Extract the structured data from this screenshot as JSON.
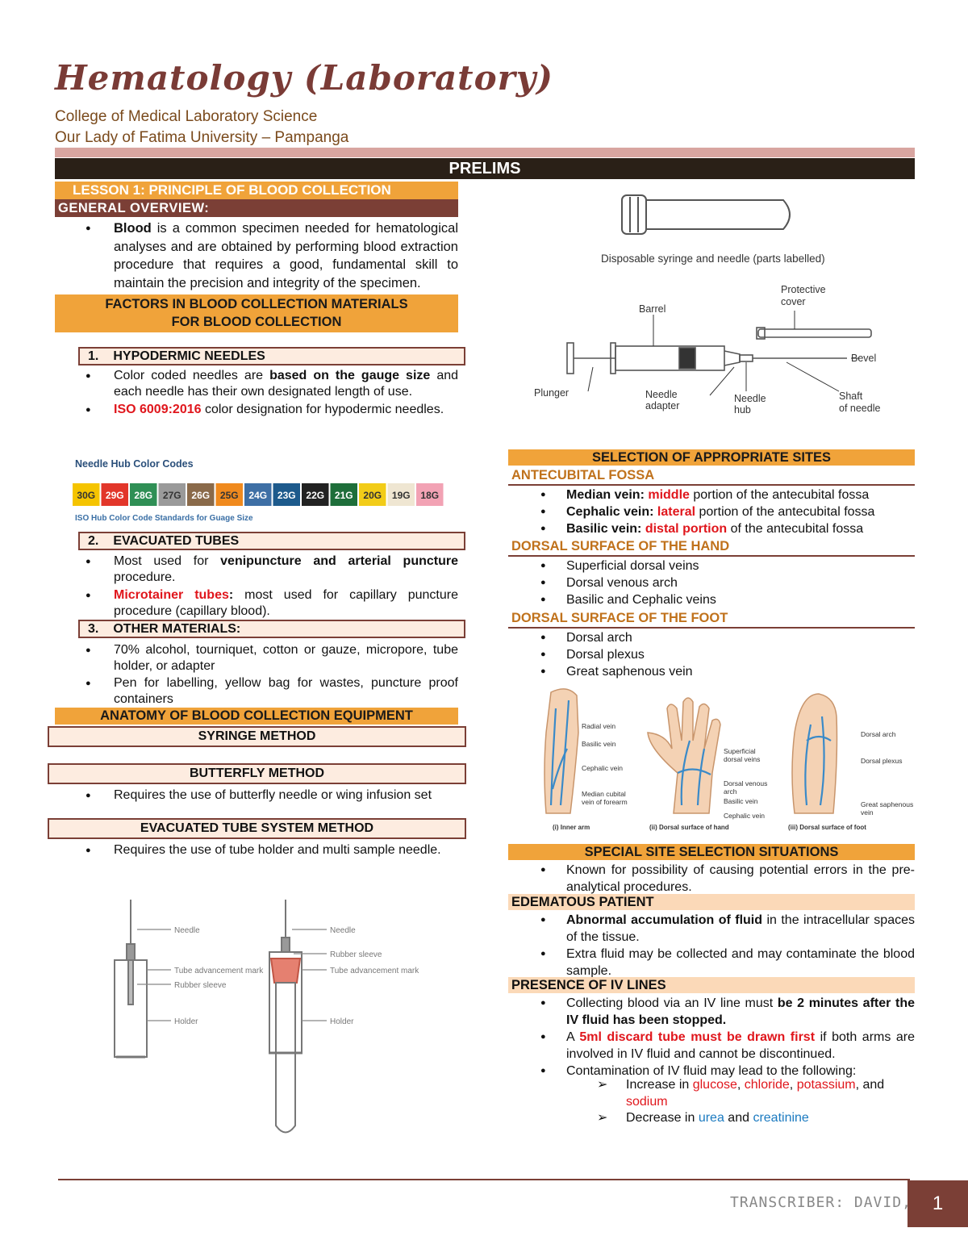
{
  "header": {
    "title": "Hematology (Laboratory)",
    "college": "College of Medical Laboratory Science",
    "university": "Our Lady of Fatima University – Pampanga",
    "band": "PRELIMS"
  },
  "left": {
    "lesson": "LESSON 1: PRINCIPLE OF BLOOD COLLECTION",
    "general_overview": "GENERAL OVERVIEW:",
    "overview_bold": "Blood",
    "overview_text": " is a common specimen needed for hematological analyses and are obtained by performing blood extraction procedure that requires a good, fundamental skill to maintain the precision and integrity of the specimen.",
    "factors_line1": "FACTORS IN BLOOD COLLECTION MATERIALS",
    "factors_line2": "FOR BLOOD COLLECTION",
    "h1_num": "1.",
    "h1_label": "HYPODERMIC NEEDLES",
    "h1_b1_pre": "Color coded needles are ",
    "h1_b1_bold": "based on the gauge size",
    "h1_b1_post": " and each needle has their own designated length of use.",
    "h1_b2_red": "ISO 6009:2016",
    "h1_b2_post": " color designation for hypodermic needles.",
    "needle_chart_title": "Needle Hub Color Codes",
    "needle_chart_caption": "ISO Hub Color Code Standards for Guage Size",
    "gauges": [
      {
        "label": "30G",
        "color": "#f5c400"
      },
      {
        "label": "29G",
        "color": "#e2362a"
      },
      {
        "label": "28G",
        "color": "#2f8f55"
      },
      {
        "label": "27G",
        "color": "#9a9a9a"
      },
      {
        "label": "26G",
        "color": "#8a6a4a"
      },
      {
        "label": "25G",
        "color": "#f08a1e"
      },
      {
        "label": "24G",
        "color": "#3e6fa5"
      },
      {
        "label": "23G",
        "color": "#1d5a8c"
      },
      {
        "label": "22G",
        "color": "#222222"
      },
      {
        "label": "21G",
        "color": "#1e6e3a"
      },
      {
        "label": "20G",
        "color": "#f2cc18"
      },
      {
        "label": "19G",
        "color": "#efe6d2"
      },
      {
        "label": "18G",
        "color": "#f2a2b4"
      }
    ],
    "h2_num": "2.",
    "h2_label": "EVACUATED TUBES",
    "h2_b1_pre": "Most used for ",
    "h2_b1_bold": "venipuncture and arterial puncture",
    "h2_b1_post": " procedure.",
    "h2_b2_red": "Microtainer tubes",
    "h2_b2_colon": ":",
    "h2_b2_post": " most used for capillary puncture procedure (capillary blood).",
    "h3_num": "3.",
    "h3_label": "OTHER MATERIALS:",
    "h3_b1": " 70% alcohol, tourniquet, cotton or gauze, micropore, tube holder, or adapter",
    "h3_b2": "Pen for labelling, yellow bag for wastes, puncture proof containers",
    "anatomy": "ANATOMY OF BLOOD COLLECTION EQUIPMENT",
    "syringe_method": "SYRINGE METHOD",
    "butterfly_method": "BUTTERFLY METHOD",
    "butterfly_b1": "Requires the use of butterfly needle or wing infusion set",
    "evac_method": "EVACUATED TUBE SYSTEM METHOD",
    "evac_b1": "Requires the use of tube holder and multi sample needle.",
    "tube_labels_a": [
      "Needle",
      "Tube advancement mark",
      "Rubber sleeve",
      "Holder"
    ],
    "tube_labels_b": [
      "Needle",
      "Rubber sleeve",
      "Tube advancement mark",
      "Holder"
    ]
  },
  "right": {
    "syringe_caption": "Disposable syringe and needle (parts labelled)",
    "syringe_labels": {
      "protective": "Protective",
      "cover": "cover",
      "barrel": "Barrel",
      "bevel": "Bevel",
      "plunger": "Plunger",
      "needle_adapter_1": "Needle",
      "needle_adapter_2": "adapter",
      "needle_hub_1": "Needle",
      "needle_hub_2": "hub",
      "shaft_1": "Shaft",
      "shaft_2": "of needle"
    },
    "selection": "SELECTION OF APPROPRIATE SITES",
    "antecubital": "ANTECUBITAL FOSSA",
    "ac_items": [
      {
        "bold": "Median vein: ",
        "red": "middle",
        "rest": " portion of the antecubital fossa"
      },
      {
        "bold": "Cephalic vein: ",
        "red": "lateral",
        "rest": " portion of the antecubital fossa"
      },
      {
        "bold": "Basilic vein: ",
        "red": "distal portion",
        "rest": " of the antecubital fossa"
      }
    ],
    "dorsal_hand": "DORSAL SURFACE OF THE HAND",
    "hand_items": [
      "Superficial dorsal veins",
      "Dorsal venous arch",
      "Basilic and Cephalic veins"
    ],
    "dorsal_foot": "DORSAL SURFACE OF THE FOOT",
    "foot_items": [
      "Dorsal arch",
      "Dorsal plexus",
      "Great saphenous vein"
    ],
    "vein_labels": {
      "arm": [
        "Radial vein",
        "Basilic vein",
        "Cephalic vein",
        "Median cubital",
        "vein of forearm"
      ],
      "hand": [
        "Superficial",
        "dorsal veins",
        "Dorsal venous",
        "arch",
        "Basilic vein",
        "Cephalic vein"
      ],
      "foot": [
        "Dorsal arch",
        "Dorsal plexus",
        "Great saphenous",
        "vein"
      ],
      "captions": [
        "(i) Inner arm",
        "(ii) Dorsal surface of hand",
        "(iii) Dorsal surface of foot"
      ]
    },
    "special": "SPECIAL SITE SELECTION SITUATIONS",
    "special_b1": "Known for possibility of causing potential errors in the pre-analytical procedures.",
    "edematous": "EDEMATOUS PATIENT",
    "ed_b1_bold": "Abnormal accumulation of fluid",
    "ed_b1_rest": " in the intracellular spaces of the tissue.",
    "ed_b2": "Extra fluid may be collected and may contaminate the blood sample.",
    "iv": "PRESENCE OF IV LINES",
    "iv_b1_pre": "Collecting blood via an IV line must ",
    "iv_b1_bold": "be 2 minutes after the IV fluid has been stopped.",
    "iv_b2_pre": "A ",
    "iv_b2_red": "5ml discard tube must be drawn first",
    "iv_b2_post": " if both arms are involved in IV fluid and cannot be discontinued.",
    "iv_b3": "Contamination of IV fluid may lead to the following:",
    "inc_pre": "Increase in ",
    "inc_glucose": "glucose",
    "inc_c1": ", ",
    "inc_chloride": "chloride",
    "inc_c2": ", ",
    "inc_potassium": "potassium",
    "inc_and": ", and ",
    "inc_sodium": "sodium",
    "dec_pre": "Decrease in ",
    "dec_urea": "urea",
    "dec_and": " and ",
    "dec_creatinine": "creatinine"
  },
  "footer": {
    "transcriber": "TRANSCRIBER: DAVID, RLO",
    "page": "1"
  }
}
